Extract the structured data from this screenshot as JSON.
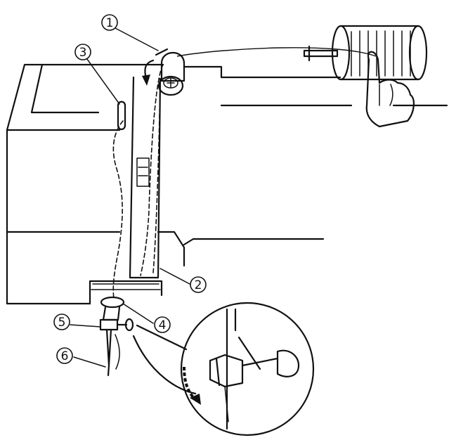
{
  "callouts": [
    {
      "id": "1",
      "label": "1"
    },
    {
      "id": "2",
      "label": "2"
    },
    {
      "id": "3",
      "label": "3"
    },
    {
      "id": "4",
      "label": "4"
    },
    {
      "id": "5",
      "label": "5"
    },
    {
      "id": "6",
      "label": "6"
    }
  ],
  "icons": [
    "sewing-machine-body",
    "thread-spool",
    "hand",
    "take-up-lever",
    "tension-dial",
    "needle-clamp",
    "needle",
    "inset-magnifier",
    "rotation-arrow"
  ]
}
